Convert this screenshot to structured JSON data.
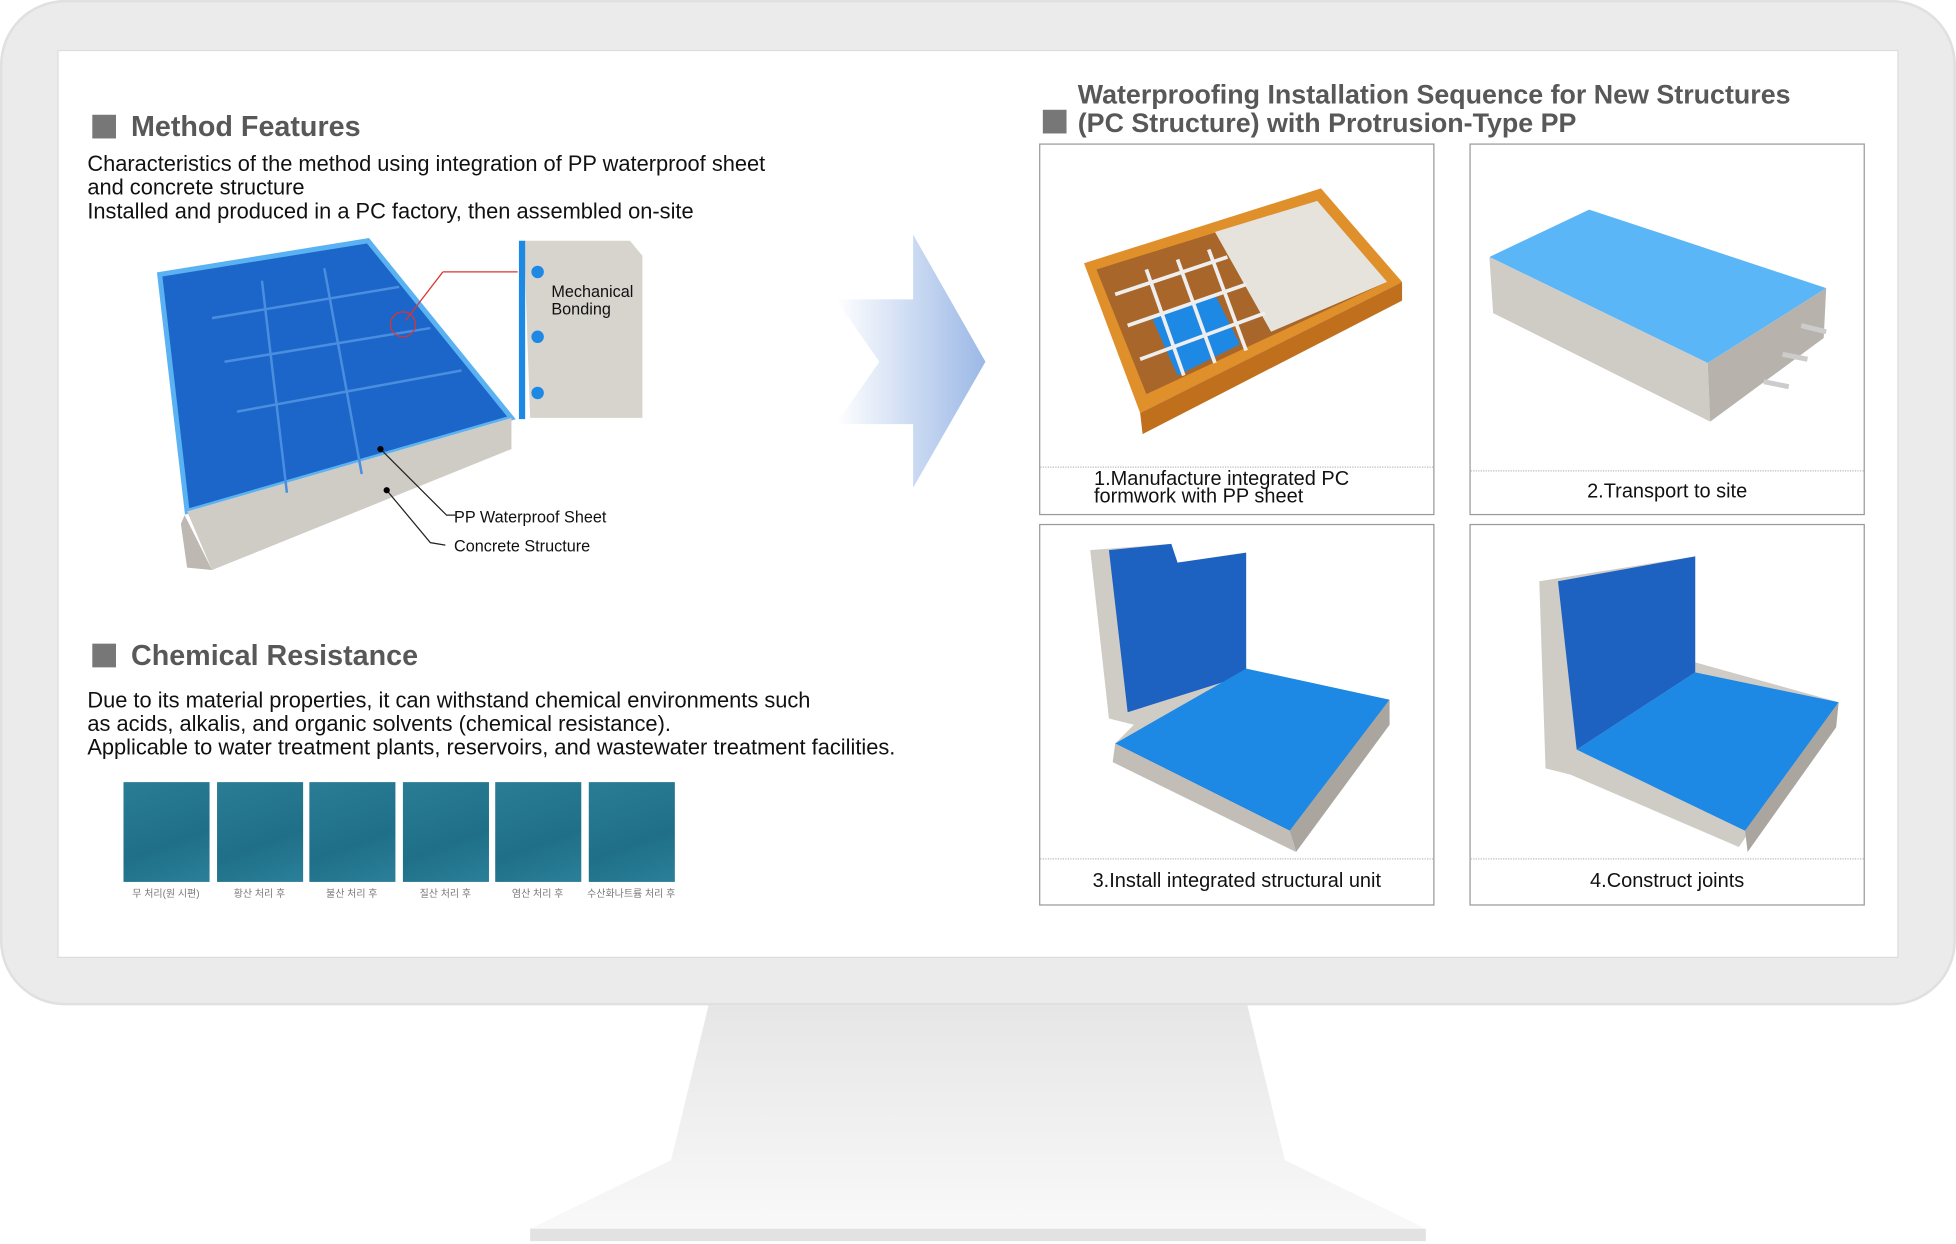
{
  "method_features": {
    "heading": "Method Features",
    "lines": [
      "Characteristics of the method using integration of PP waterproof sheet",
      "and concrete structure",
      "Installed and produced in a PC factory, then assembled on-site"
    ],
    "callouts": {
      "mechanical_bonding_1": "Mechanical",
      "mechanical_bonding_2": "Bonding",
      "pp_sheet": "PP Waterproof Sheet",
      "concrete": "Concrete Structure"
    }
  },
  "chemical_resistance": {
    "heading": "Chemical Resistance",
    "lines": [
      "Due to its material properties, it can withstand chemical environments such",
      "as acids, alkalis, and organic solvents (chemical resistance).",
      "Applicable to water treatment plants, reservoirs, and wastewater treatment facilities."
    ],
    "samples": [
      "무 처리(원 시편)",
      "황산 처리 후",
      "불산 처리 후",
      "질산 처리 후",
      "염산 처리 후",
      "수산화나트륨 처리 후"
    ]
  },
  "sequence": {
    "heading_1": "Waterproofing Installation Sequence for New Structures",
    "heading_2": "(PC Structure) with Protrusion-Type PP",
    "steps": [
      {
        "label_1": "1.Manufacture integrated PC",
        "label_2": "formwork with PP sheet"
      },
      {
        "label": "2.Transport to site"
      },
      {
        "label": "3.Install integrated structural unit"
      },
      {
        "label": "4.Construct joints"
      }
    ]
  },
  "colors": {
    "accent_blue": "#1e88e5",
    "heading_gray": "#585858"
  }
}
